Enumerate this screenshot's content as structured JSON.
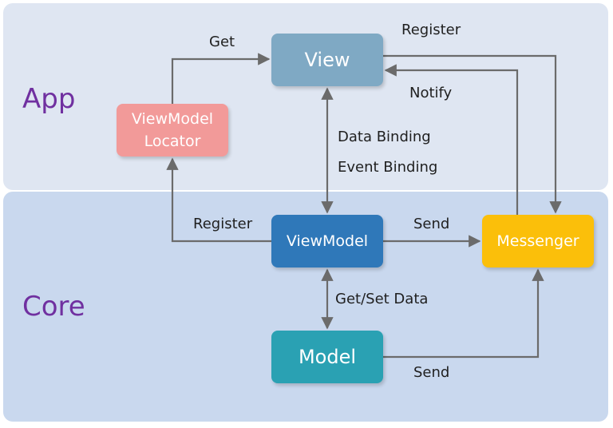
{
  "layers": {
    "app": "App",
    "core": "Core"
  },
  "nodes": {
    "view": "View",
    "viewmodel_locator": "ViewModel Locator",
    "viewmodel": "ViewModel",
    "messenger": "Messenger",
    "model": "Model"
  },
  "edges": {
    "get": "Get",
    "register_top": "Register",
    "notify": "Notify",
    "data_binding": "Data Binding",
    "event_binding": "Event Binding",
    "register_left": "Register",
    "send_top": "Send",
    "get_set_data": "Get/Set Data",
    "send_bottom": "Send"
  },
  "colors": {
    "app_layer": "#dfe6f2",
    "core_layer": "#c9d8ee",
    "layer_label": "#7030a0",
    "view": "#7fa9c4",
    "viewmodel_locator": "#f29a99",
    "viewmodel": "#2f78b9",
    "model": "#2aa1b3",
    "messenger": "#fbbf0a",
    "connector": "#6b6b6b"
  }
}
